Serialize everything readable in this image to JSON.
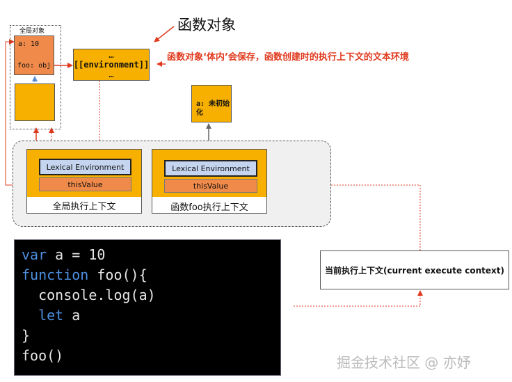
{
  "title": "函数对象",
  "note": "函数对象‘体内’会保存，函数创建时的执行上下文的文本环境",
  "global_object": {
    "label": "全局对象",
    "a_entry": "a: 10",
    "foo_entry": "foo: obj"
  },
  "function_object": {
    "dots_top": "…",
    "environment": "[[environment]]",
    "dots_bottom": "…"
  },
  "foo_env_record": {
    "text": "a: 未初始化"
  },
  "contexts": [
    {
      "lexical": "Lexical Environment",
      "this_value": "thisValue",
      "label": "全局执行上下文"
    },
    {
      "lexical": "Lexical Environment",
      "this_value": "thisValue",
      "label": "函数foo执行上下文"
    }
  ],
  "code": {
    "line1_kw": "var",
    "line1_rest": " a = 10",
    "line2_kw": "function",
    "line2_rest": " foo(){",
    "line3": "  console.log(a)",
    "line4_indent": "  ",
    "line4_kw": "let",
    "line4_rest": " a",
    "line5": "}",
    "line6": "foo()"
  },
  "current_context": "当前执行上下文(current  execute context)",
  "watermark": "掘金技术社区 @ 亦妤",
  "colors": {
    "orange": "#f7b000",
    "orange_red": "#f08a4a",
    "lexical_blue": "#c5d5ef",
    "red": "#e03a1e",
    "keyword_blue": "#4d8fe0"
  }
}
